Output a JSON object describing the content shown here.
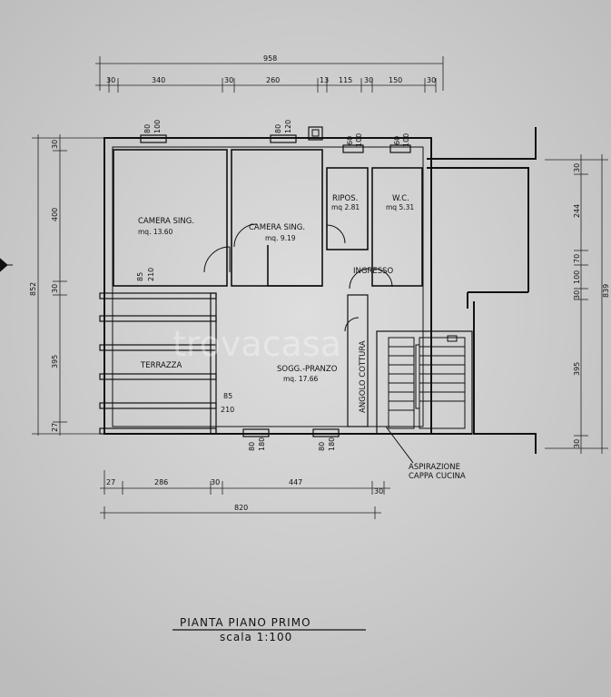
{
  "rooms": {
    "camera1": {
      "name": "CAMERA SING.",
      "area": "mq. 13.60"
    },
    "camera2": {
      "name": "CAMERA SING.",
      "area": "mq. 9.19"
    },
    "ripos": {
      "name": "RIPOS.",
      "area": "mq 2.81"
    },
    "wc": {
      "name": "W.C.",
      "area": "mq 5.31"
    },
    "ingresso": "INGRESSO",
    "terrazza": "TERRAZZA",
    "soggiorno": {
      "name": "SOGG.-PRANZO",
      "area": "mq. 17.66"
    },
    "angolo": "ANGOLO COTTURA",
    "aspirazione": [
      "ASPIRAZIONE",
      "CAPPA CUCINA"
    ]
  },
  "dims_top": {
    "total": "958",
    "parts": [
      "30",
      "340",
      "30",
      "260",
      "13",
      "115",
      "30",
      "150",
      "30"
    ]
  },
  "dims_bottom": {
    "total": "820",
    "parts": [
      "27",
      "286",
      "30",
      "447",
      "30"
    ]
  },
  "dims_left": {
    "total": "852",
    "parts": [
      "30",
      "400",
      "30",
      "395",
      "27"
    ]
  },
  "dims_right": {
    "total": "839",
    "parts": [
      "30",
      "244",
      "70",
      "100",
      "30",
      "395",
      "30"
    ]
  },
  "windows": {
    "w1": [
      "80",
      "100"
    ],
    "w2": [
      "80",
      "120"
    ],
    "w3": [
      "60",
      "100"
    ],
    "w4": [
      "60",
      "100"
    ],
    "w5": [
      "80",
      "180"
    ],
    "w6": [
      "80",
      "180"
    ],
    "terrace_door_v": [
      "85",
      "210"
    ],
    "terrace_door_h": [
      "85",
      "210"
    ]
  },
  "watermark": "trovacasa",
  "title": "PIANTA PIANO PRIMO",
  "scale": "scala 1:100"
}
